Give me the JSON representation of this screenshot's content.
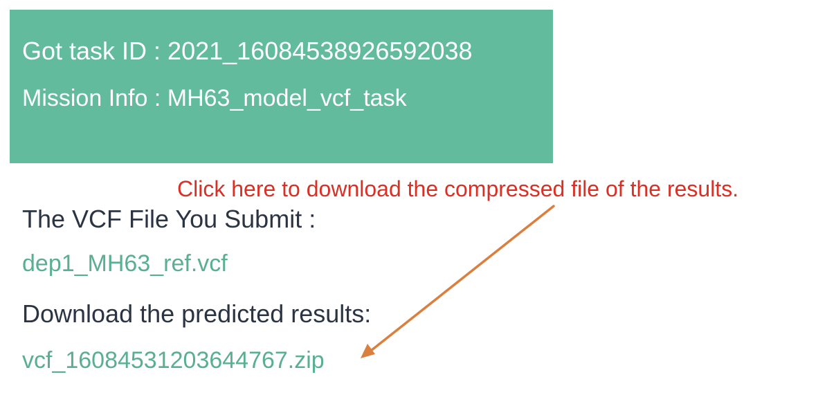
{
  "task": {
    "id_text": "Got task ID : 2021_16084538926592038",
    "mission_text": "Mission Info : MH63_model_vcf_task"
  },
  "submitted": {
    "heading": "The VCF File You Submit :",
    "file_name": "dep1_MH63_ref.vcf"
  },
  "results": {
    "heading": "Download the predicted results:",
    "file_name": "vcf_16084531203644767.zip"
  },
  "annotation": {
    "text": "Click here to download the compressed file of the results."
  },
  "colors": {
    "banner_bg": "#62bb9c",
    "banner_text": "#ffffff",
    "heading_text": "#2b3442",
    "link_text": "#5aaf91",
    "annotation_text": "#d93025",
    "arrow": "#db7f3e"
  },
  "icons": {
    "arrow": "arrow-pointer-icon"
  }
}
